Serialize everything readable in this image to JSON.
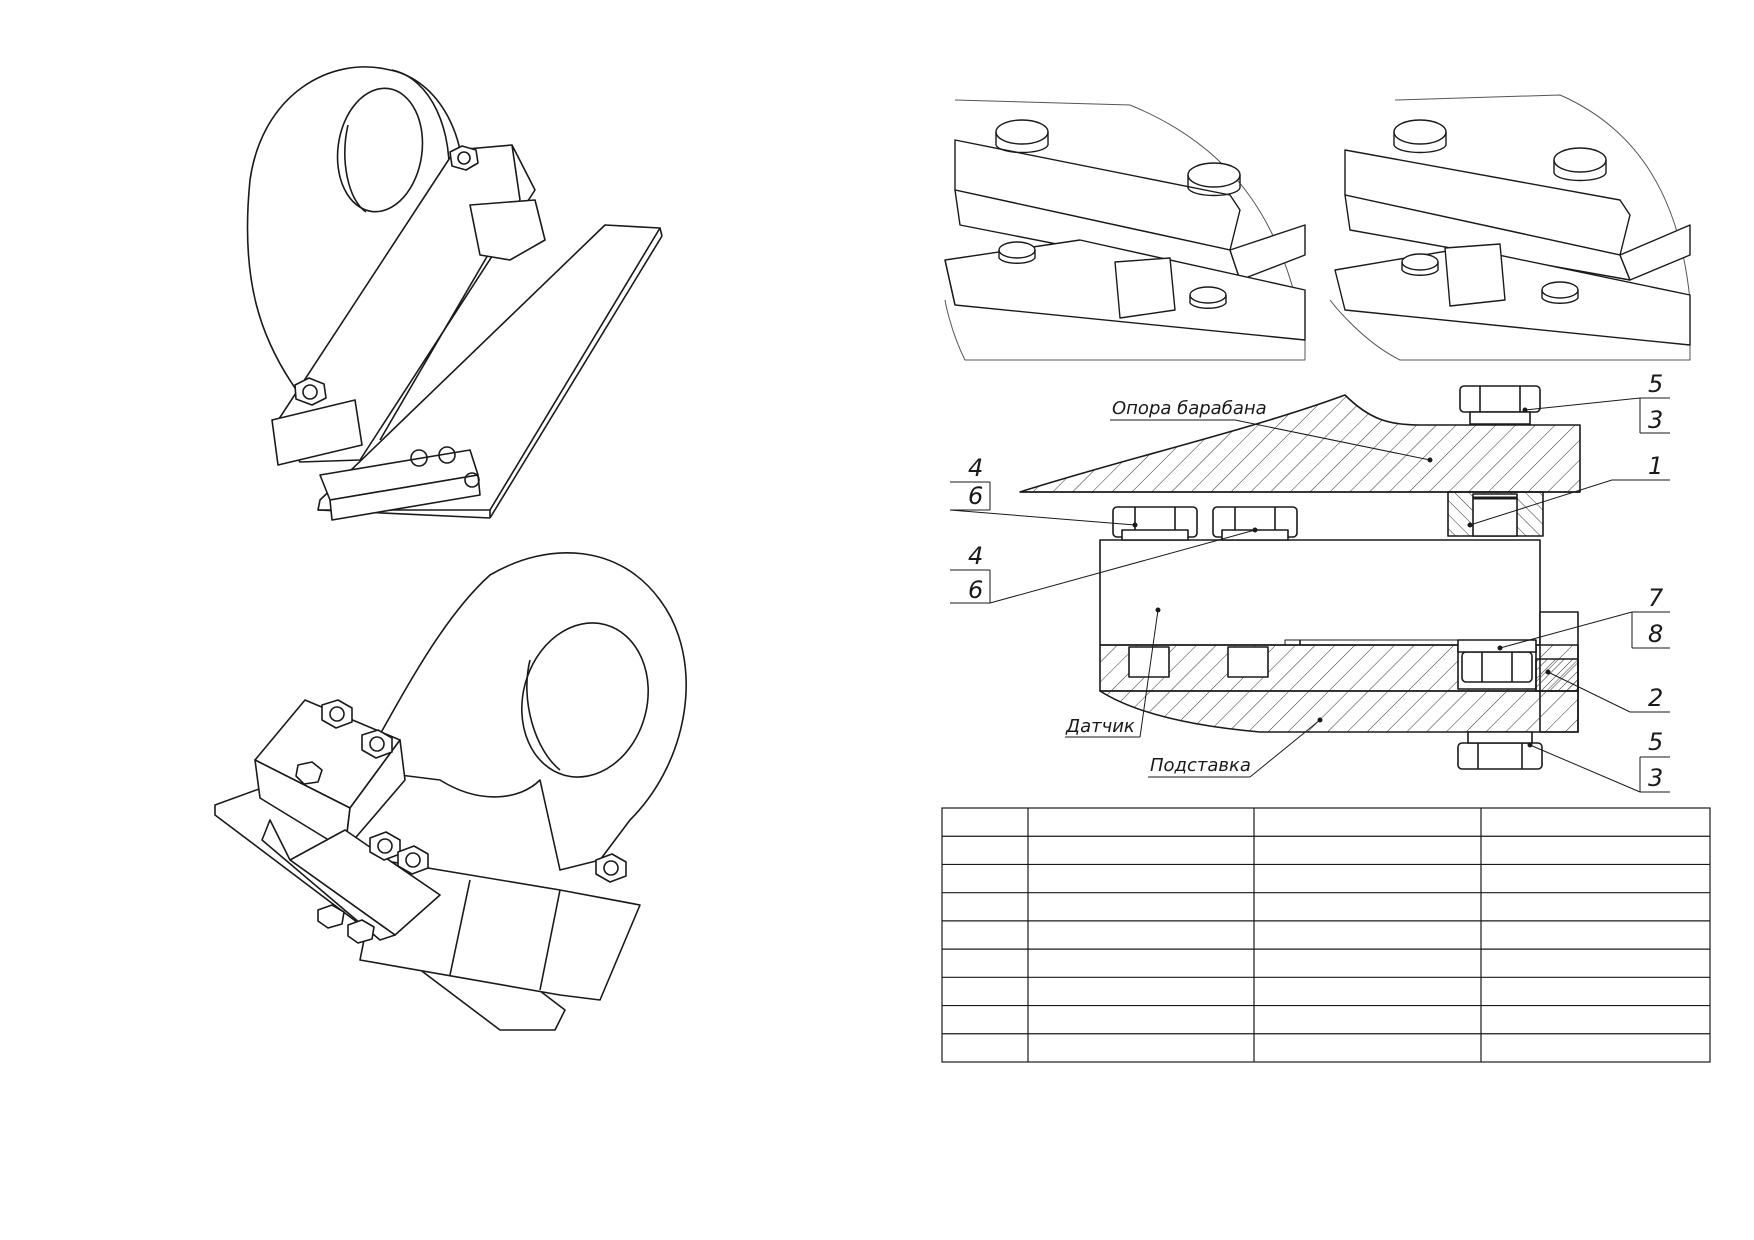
{
  "labels": {
    "drum_support": "Опора барабана",
    "sensor": "Датчик",
    "stand": "Подставка"
  },
  "callouts": {
    "top_left_upper": "4",
    "top_left_lower": "6",
    "mid_left_upper": "4",
    "mid_left_lower": "6",
    "top_right_upper": "5",
    "top_right_lower": "3",
    "right_1": "1",
    "right_7": "7",
    "right_8": "8",
    "right_2": "2",
    "bottom_right_upper": "5",
    "bottom_right_lower": "3"
  },
  "table": {
    "columns": 4,
    "rows": 9
  },
  "colors": {
    "line": "#1a1a1a",
    "hatch": "#333333",
    "background": "#ffffff"
  }
}
